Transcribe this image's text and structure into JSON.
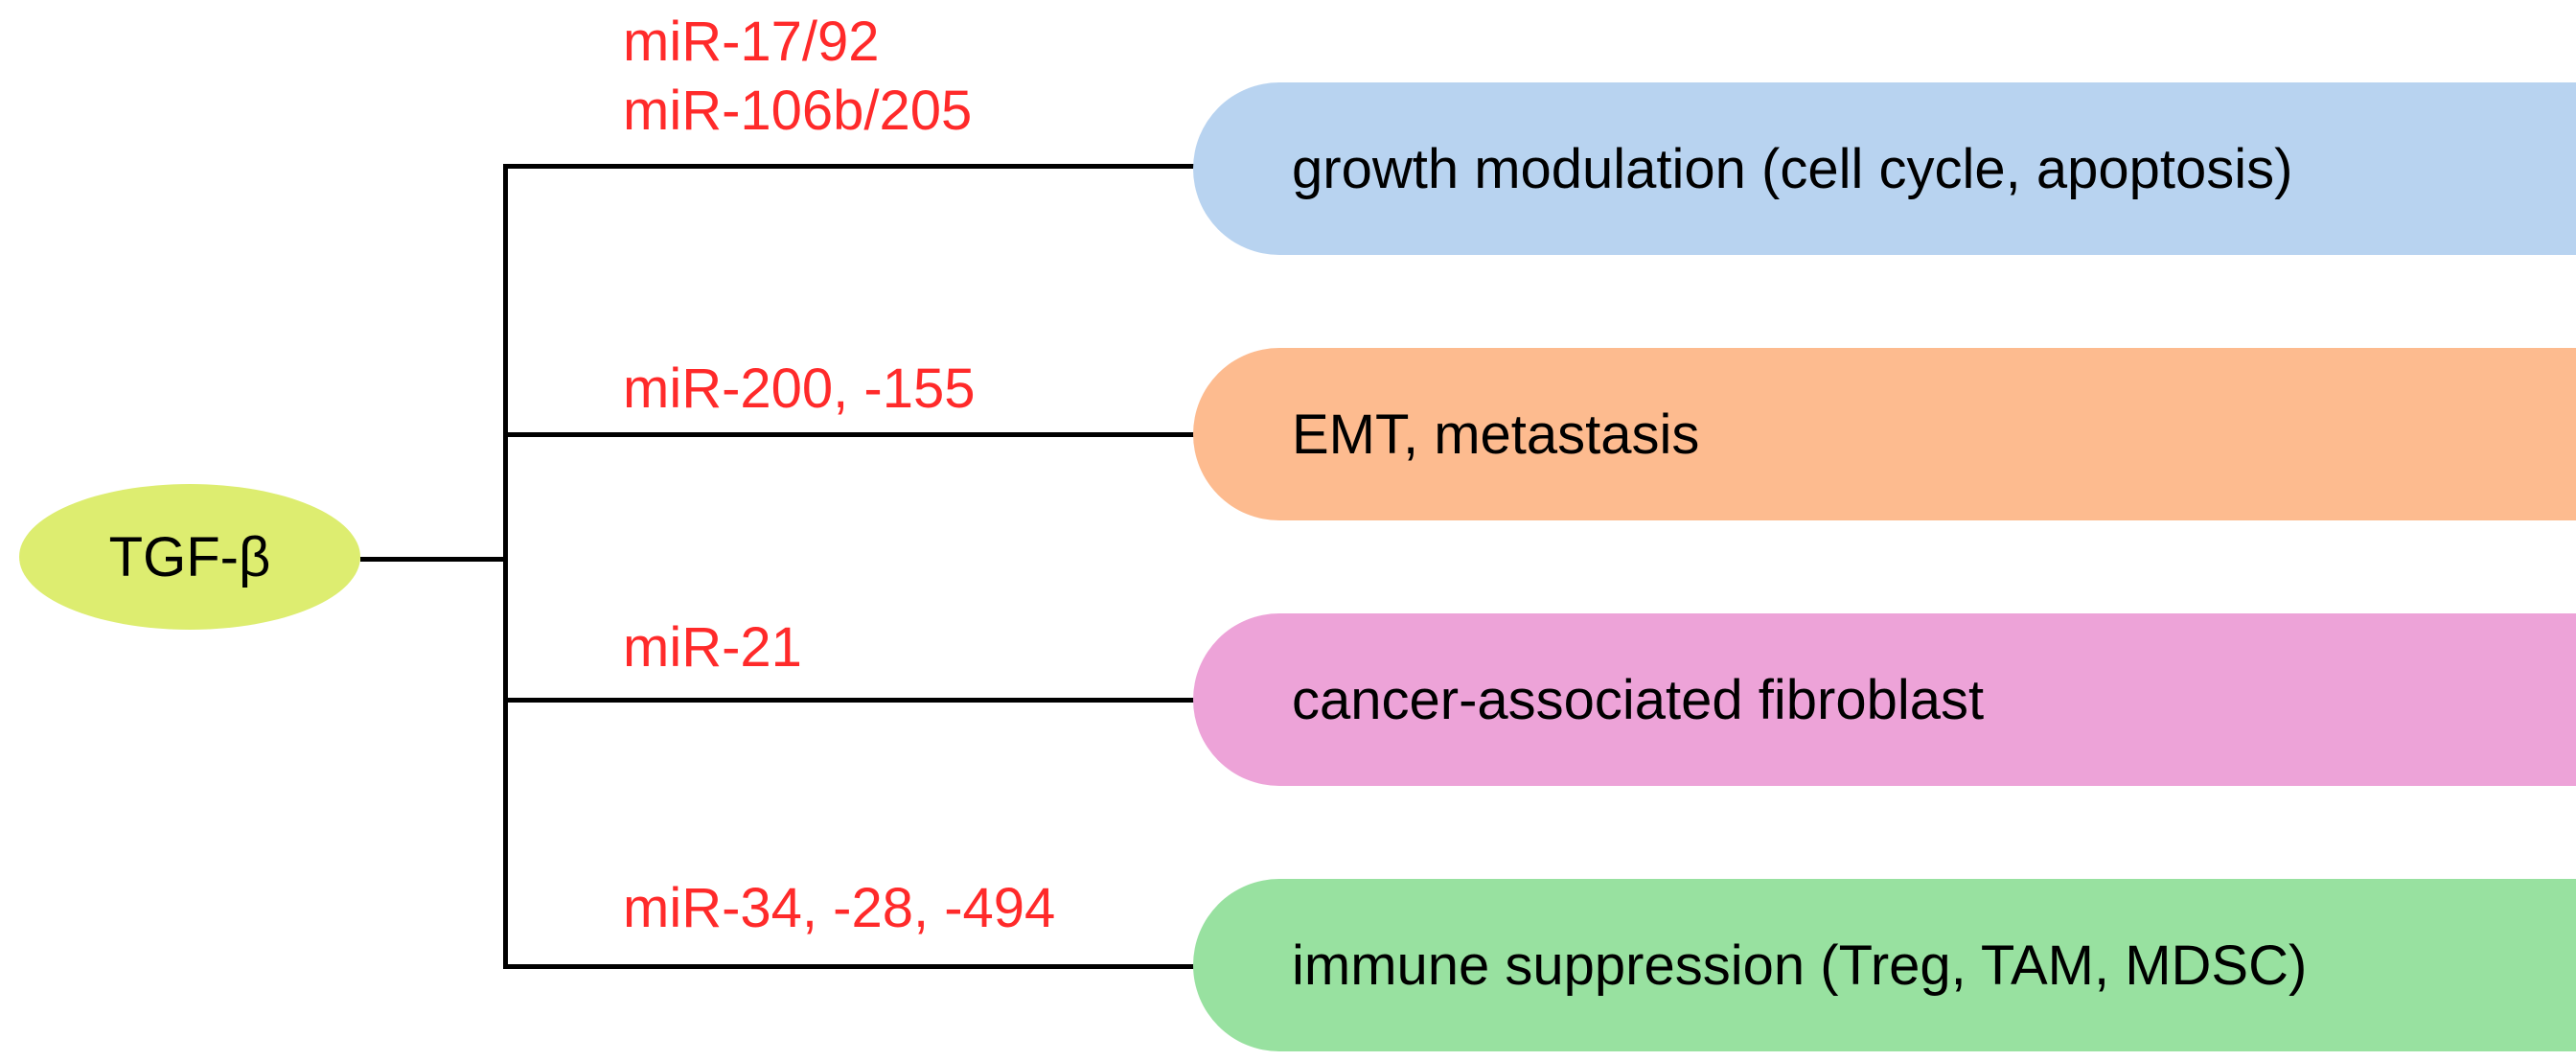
{
  "root": {
    "label": "TGF-β",
    "color": "#dded70"
  },
  "branches": [
    {
      "mirnas": [
        "miR-17/92",
        "miR-106b/205"
      ],
      "outcome": "growth modulation (cell cycle, apoptosis)",
      "color": "#b8d3f0"
    },
    {
      "mirnas": [
        "miR-200, -155"
      ],
      "outcome": "EMT, metastasis",
      "color": "#fdbb8f"
    },
    {
      "mirnas": [
        "miR-21"
      ],
      "outcome": "cancer-associated fibroblast",
      "color": "#eda3d8"
    },
    {
      "mirnas": [
        "miR-34, -28, -494"
      ],
      "outcome": "immune suppression (Treg, TAM, MDSC)",
      "color": "#98e1a0"
    }
  ],
  "colors": {
    "mirna_text": "#ff2a2a",
    "connector": "#000000"
  }
}
